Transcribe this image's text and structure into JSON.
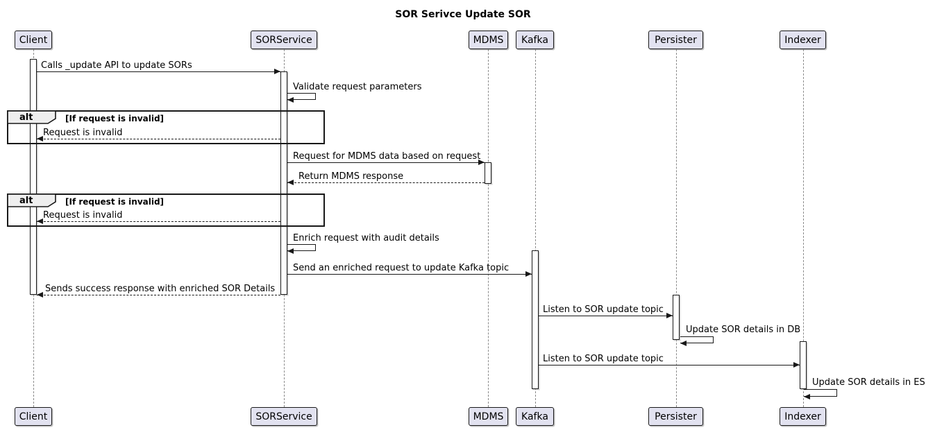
{
  "title": "SOR Serivce Update SOR",
  "diagram_type": "sequence",
  "participants": [
    {
      "name": "Client"
    },
    {
      "name": "SORService"
    },
    {
      "name": "MDMS"
    },
    {
      "name": "Kafka"
    },
    {
      "name": "Persister"
    },
    {
      "name": "Indexer"
    }
  ],
  "fragments": [
    {
      "operator": "alt",
      "condition": "[If request is invalid]"
    },
    {
      "operator": "alt",
      "condition": "[If request is invalid]"
    }
  ],
  "messages": [
    {
      "from": "Client",
      "to": "SORService",
      "style": "solid",
      "text": "Calls _update API to update SORs"
    },
    {
      "from": "SORService",
      "to": "SORService",
      "style": "self",
      "text": "Validate request parameters"
    },
    {
      "from": "SORService",
      "to": "Client",
      "style": "dashed",
      "text": "Request is invalid"
    },
    {
      "from": "SORService",
      "to": "MDMS",
      "style": "solid",
      "text": "Request for MDMS data based on request"
    },
    {
      "from": "MDMS",
      "to": "SORService",
      "style": "dashed",
      "text": "Return MDMS response"
    },
    {
      "from": "SORService",
      "to": "Client",
      "style": "dashed",
      "text": "Request is invalid"
    },
    {
      "from": "SORService",
      "to": "SORService",
      "style": "self",
      "text": "Enrich request with audit details"
    },
    {
      "from": "SORService",
      "to": "Kafka",
      "style": "solid",
      "text": "Send an enriched request to update Kafka topic"
    },
    {
      "from": "SORService",
      "to": "Client",
      "style": "dashed",
      "text": "Sends success response with enriched SOR Details"
    },
    {
      "from": "Kafka",
      "to": "Persister",
      "style": "solid",
      "text": "Listen to SOR update topic"
    },
    {
      "from": "Persister",
      "to": "Persister",
      "style": "self",
      "text": "Update SOR details in DB"
    },
    {
      "from": "Kafka",
      "to": "Indexer",
      "style": "solid",
      "text": "Listen to SOR update topic"
    },
    {
      "from": "Indexer",
      "to": "Indexer",
      "style": "self",
      "text": "Update SOR details in ES"
    }
  ],
  "colors": {
    "participant_fill": "#E2E2F0",
    "participant_border": "#181818",
    "lifeline": "#8A8A8A",
    "activation_fill": "#FFFFFF",
    "frame_border": "#181818",
    "frame_label_fill": "#EEEEEE",
    "text": "#000000",
    "background": "#FFFFFF"
  }
}
